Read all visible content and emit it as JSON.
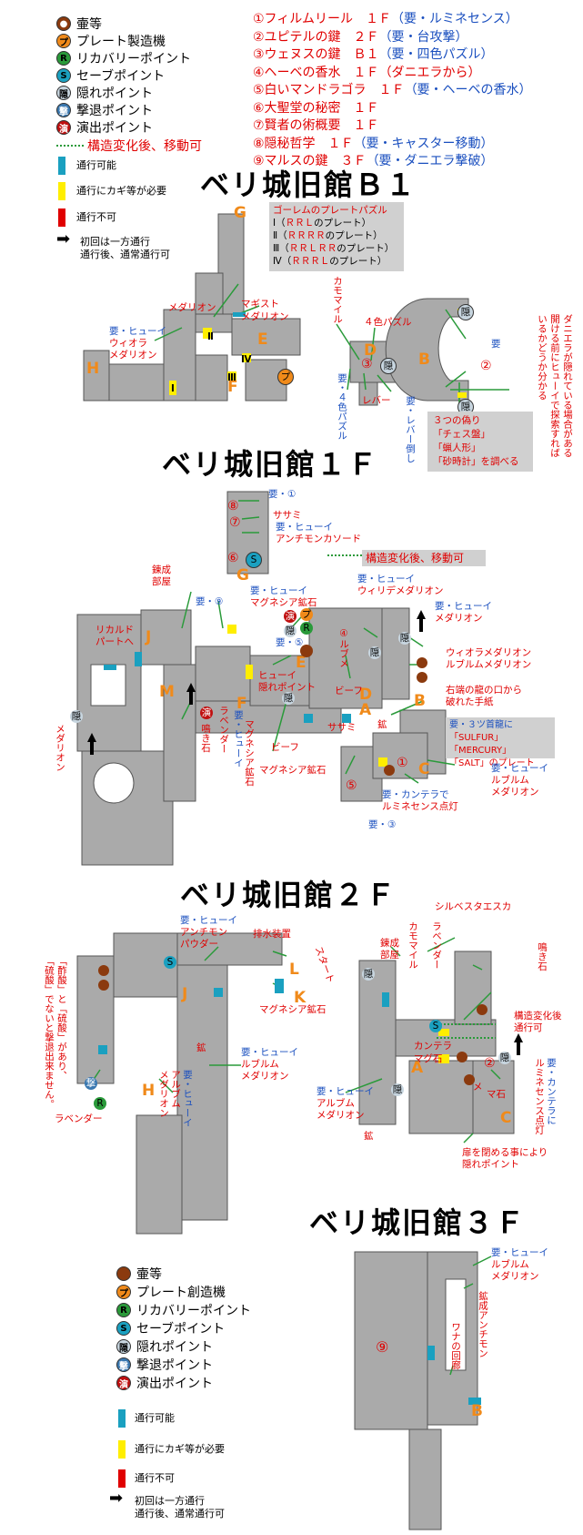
{
  "legend_top": [
    {
      "icon": "壷",
      "label": "壷等",
      "color": "#8b3a0e"
    },
    {
      "icon": "プ",
      "label": "プレート製造機",
      "color": "#f08a1a"
    },
    {
      "icon": "R",
      "label": "リカバリーポイント",
      "color": "#2a9a3a"
    },
    {
      "icon": "S",
      "label": "セーブポイント",
      "color": "#1aa0c0"
    },
    {
      "icon": "隠",
      "label": "隠れポイント",
      "color": "#9ab0c0"
    },
    {
      "icon": "撃",
      "label": "撃退ポイント",
      "color": "#3a78b0"
    },
    {
      "icon": "演",
      "label": "演出ポイント",
      "color": "#c01010"
    }
  ],
  "legend_top_line": "構造変化後、移動可",
  "legend_passage": [
    {
      "label": "通行可能",
      "color": "#1aa0c0"
    },
    {
      "label": "通行にカギ等が必要",
      "color": "#ffee00"
    },
    {
      "label": "通行不可",
      "color": "#e00000"
    }
  ],
  "legend_arrow": [
    "初回は一方通行",
    "通行後、通常通行可"
  ],
  "items": [
    {
      "t": "①フィルムリール　１Ｆ",
      "r": "（要・ルミネセンス）"
    },
    {
      "t": "②ユピテルの鍵　２Ｆ",
      "r": "（要・台攻撃）"
    },
    {
      "t": "③ウェヌスの鍵　Ｂ１",
      "r": "（要・四色パズル）"
    },
    {
      "t": "④ヘーベの香水　１Ｆ",
      "r": "（ダニエラから）"
    },
    {
      "t": "⑤白いマンドラゴラ　１Ｆ",
      "r": "（要・ヘーベの香水）"
    },
    {
      "t": "⑥大聖堂の秘密　１Ｆ",
      "r": ""
    },
    {
      "t": "⑦賢者の術概要　１Ｆ",
      "r": ""
    },
    {
      "t": "⑧隠秘哲学　１Ｆ",
      "r": "（要・キャスター移動）"
    },
    {
      "t": "⑨マルスの鍵　３Ｆ",
      "r": "（要・ダニエラ撃破）"
    }
  ],
  "floors": {
    "b1": "ベリ城旧館Ｂ１",
    "f1": "ベリ城旧館１Ｆ",
    "f2": "ベリ城旧館２Ｆ",
    "f3": "ベリ城旧館３Ｆ"
  },
  "puzzle": {
    "title": "ゴーレムのプレートパズル",
    "rows": [
      {
        "n": "Ⅰ",
        "pre": "（",
        "code": "ＲＲＬ",
        "post": "のプレート）"
      },
      {
        "n": "Ⅱ",
        "pre": "（",
        "code": "ＲＲＲＲ",
        "post": "のプレート）"
      },
      {
        "n": "Ⅲ",
        "pre": "（",
        "code": "ＲＲＬＲＲ",
        "post": "のプレート）"
      },
      {
        "n": "Ⅳ",
        "pre": "（",
        "code": "ＲＲＲＬ",
        "post": "のプレート）"
      }
    ]
  },
  "b1_labels": {
    "meda": "メダリオン",
    "magist": "マギスト",
    "magist2": "メダリオン",
    "hyui1": "要・ヒューイ",
    "hyui2": "ウィオラ",
    "hyui3": "メダリオン",
    "kamomile": "カモマイル",
    "shikishoku": "４色パズル",
    "req": "要",
    "yon": "要・４色パズル",
    "lever": "レバー",
    "lever2": "要・レバー倒し",
    "daniela": "ダニエラが隠れている場合がある",
    "daniela2": "開ける前にヒューイで探索すれば",
    "daniela3": "いるかどうか分かる",
    "fake1": "３つの偽り",
    "fake2": "「チェス盤」",
    "fake3": "「蝋人形」",
    "fake4": "「砂時計」を調べる"
  },
  "f1_labels": {
    "req1": "要・①",
    "sasami": "ササミ",
    "hyui": "要・ヒューイ",
    "anti": "アンチモンカソード",
    "change": "構造変化後、移動可",
    "rensei": "錬成",
    "heya": "部屋",
    "req9": "要・⑨",
    "hyui_mg": "要・ヒューイ",
    "mg": "マグネシア鉱石",
    "hyui_wi": "要・ヒューイ",
    "wi": "ウィリデメダリオン",
    "hyui_me": "要・ヒューイ",
    "me": "メダリオン",
    "rikaldo": "リカルド",
    "part": "パートへ",
    "req5": "要・⑤",
    "hyui_hidden": "ヒューイ",
    "hidden": "隠れポイント",
    "lu": "④ルブメ",
    "viifu": "ビーフ",
    "wiola": "ウィオラメダリオン",
    "rubu": "ルブルムメダリオン",
    "migi": "右端の龍の口から",
    "migi2": "破れた手紙",
    "three": "要・３ツ首龍に",
    "sulfur": "「SULFUR」「MERCURY」",
    "salt": "「SALT」のプレート",
    "naki": "鳴き石",
    "lav": "ラベンダー",
    "hyui_mag": "要・ヒューイ",
    "magk": "マグネシア鉱石",
    "beef": "ビーフ",
    "magk2": "マグネシア鉱石",
    "sasami2": "ササミ",
    "kou": "鉱",
    "hyui_ru": "要・ヒューイ",
    "ru": "ルブルム",
    "ru2": "メダリオン",
    "kan": "要・カンテラで",
    "kan2": "ルミネセンス点灯",
    "req3": "要・③",
    "meda": "メダリオン"
  },
  "f2_labels": {
    "hyui_an": "要・ヒューイ",
    "an": "アンチモン",
    "pow": "パウダー",
    "haisui": "排水装置",
    "mgk": "マグネシア鉱石",
    "left1": "「酢酸」と「硫酸」があり、",
    "left2": "「硫酸」でないと撃退出来ません。",
    "lav": "ラベンダー",
    "kou": "鉱",
    "hyui_ru": "要・ヒューイ",
    "ru": "ルブルム",
    "ru2": "メダリオン",
    "hyui_al": "要・ヒューイ",
    "al": "アルブム",
    "al2": "メダリオン",
    "start": "スタート",
    "rensei": "錬成",
    "heya": "部屋",
    "kamo": "カモマイル",
    "lav2": "ラベンダー",
    "sil": "シルベスタエスカ",
    "naki": "鳴き石",
    "change": "構造変化後",
    "change2": "通行可",
    "kantera": "カンテラ",
    "magu": "マグ石",
    "me": "メ",
    "ma": "マ石",
    "hyui_al2": "要・ヒューイ",
    "al3": "アルブム",
    "al4": "メダリオン",
    "kou2": "鉱",
    "lumi": "要・カンテラに",
    "lumi2": "ルミネセンス点灯",
    "door": "扉を閉める事により",
    "door2": "隠れポイント"
  },
  "f3_labels": {
    "hyui": "要・ヒューイ",
    "ru": "ルブルム",
    "ru2": "メダリオン",
    "kou": "鉱成アンチモン",
    "wana": "ワナの回廊"
  },
  "legend_bottom": [
    {
      "icon": "壷",
      "label": "壷等",
      "color": "#8b3a0e"
    },
    {
      "icon": "プ",
      "label": "プレート創造機",
      "color": "#f08a1a"
    },
    {
      "icon": "R",
      "label": "リカバリーポイント",
      "color": "#2a9a3a"
    },
    {
      "icon": "S",
      "label": "セーブポイント",
      "color": "#1aa0c0"
    },
    {
      "icon": "隠",
      "label": "隠れポイント",
      "color": "#9ab0c0"
    },
    {
      "icon": "撃",
      "label": "撃退ポイント",
      "color": "#3a78b0"
    },
    {
      "icon": "演",
      "label": "演出ポイント",
      "color": "#c01010"
    }
  ]
}
